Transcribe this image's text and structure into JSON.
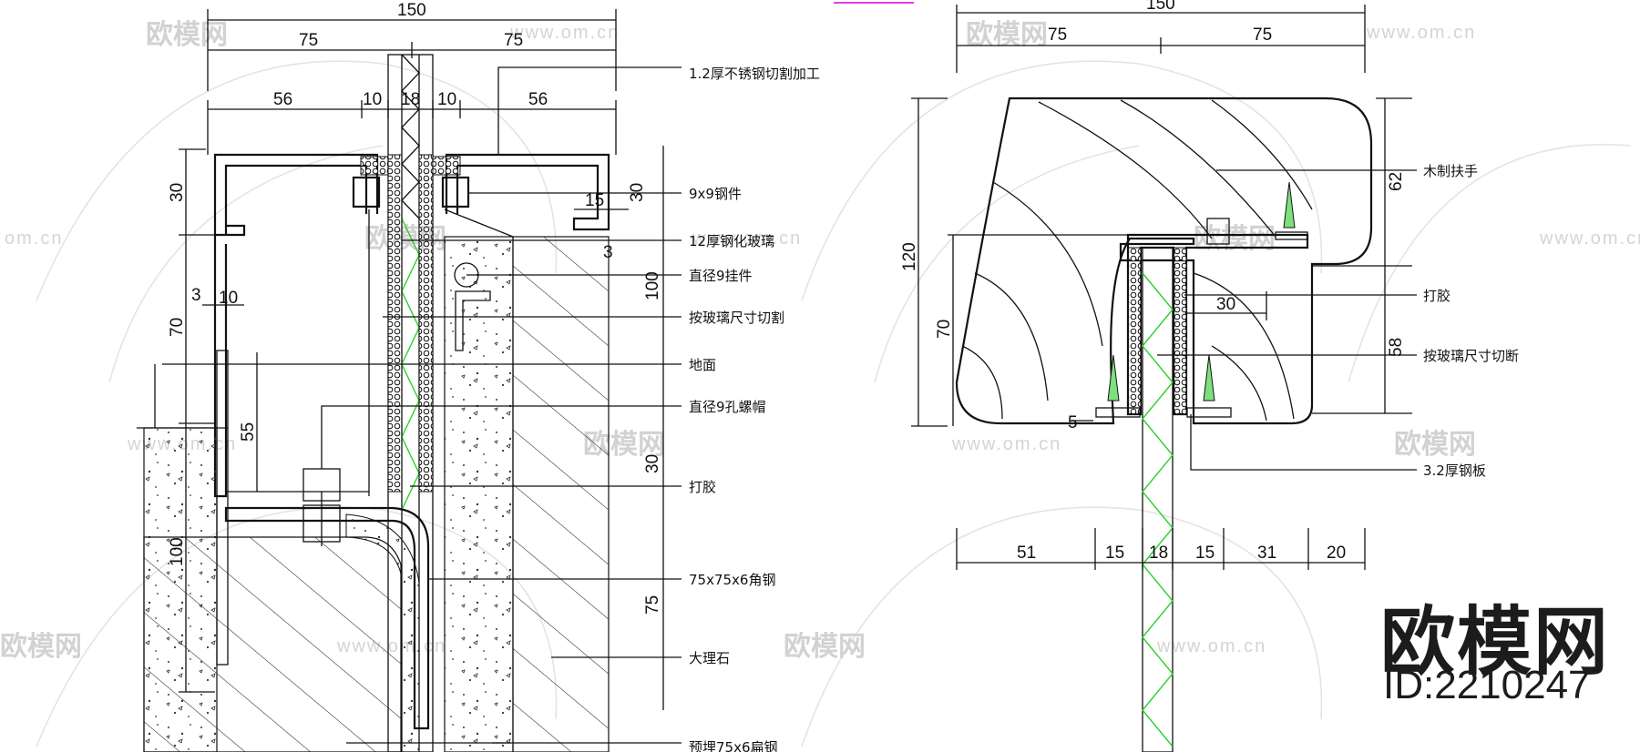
{
  "left_detail": {
    "dims_top": [
      "150",
      "75",
      "75"
    ],
    "dims_second": [
      "56",
      "10",
      "18",
      "10",
      "56"
    ],
    "dims_left": [
      "30",
      "70",
      "100"
    ],
    "dims_misc": [
      "3",
      "10",
      "15",
      "30",
      "3",
      "100",
      "55",
      "30",
      "75"
    ],
    "labels": [
      "1.2厚不锈钢切割加工",
      "9x9钢件",
      "12厚钢化玻璃",
      "直径9挂件",
      "按玻璃尺寸切割",
      "地面",
      "直径9孔螺帽",
      "打胶",
      "75x75x6角钢",
      "大理石",
      "预埋75x6扁钢"
    ]
  },
  "right_detail": {
    "dims_top": [
      "150",
      "75",
      "75"
    ],
    "dims_left": [
      "120",
      "70"
    ],
    "dims_right": [
      "62",
      "58"
    ],
    "dims_inner": [
      "30",
      "5"
    ],
    "dims_bottom": [
      "51",
      "15",
      "18",
      "15",
      "31",
      "20"
    ],
    "labels": [
      "木制扶手",
      "打胶",
      "按玻璃尺寸切断",
      "3.2厚钢板"
    ]
  },
  "watermark": {
    "brand": "欧模网",
    "url": "www.om.cn",
    "url_partial": "om.cn"
  },
  "brand_block": {
    "title": "欧模网",
    "id": "ID:2210247"
  }
}
